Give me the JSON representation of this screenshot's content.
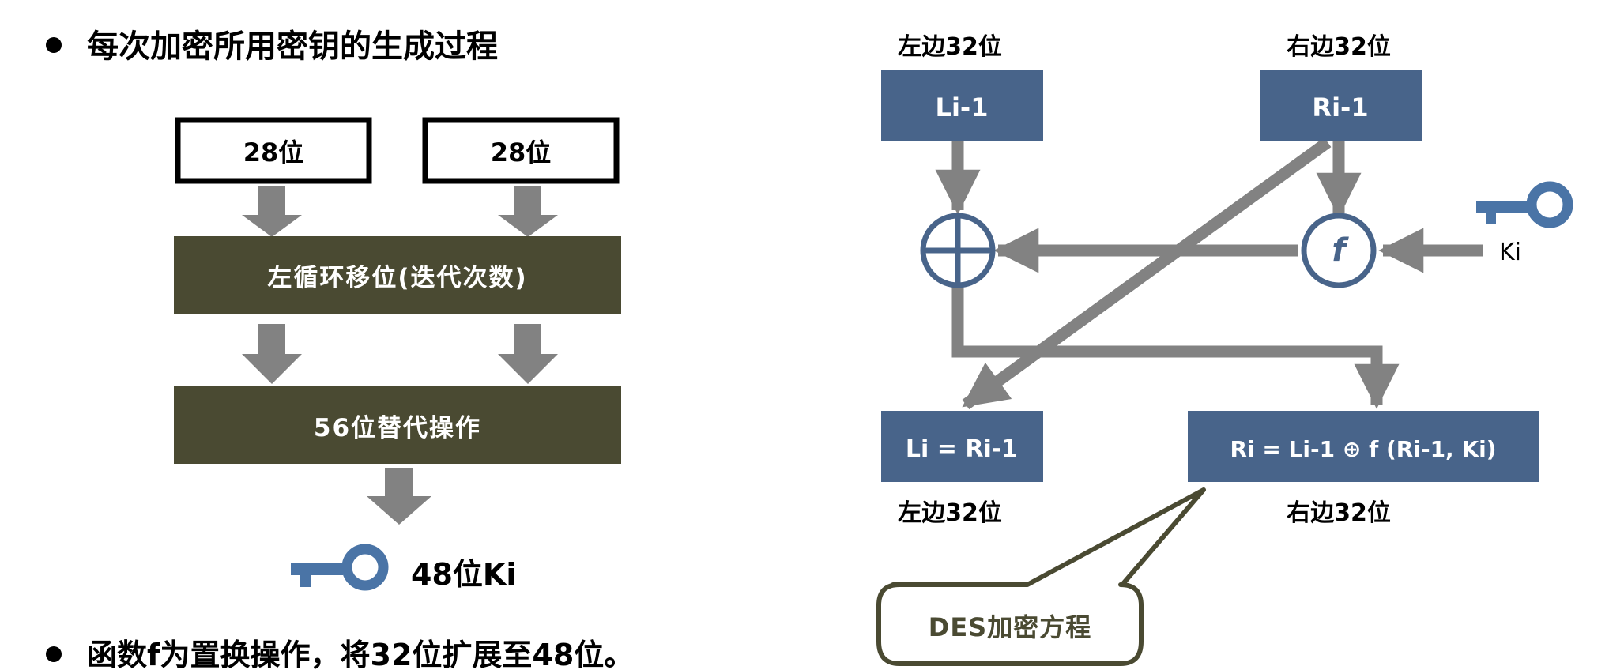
{
  "left": {
    "bullet_title": "每次加密所用密钥的生成过程",
    "box_left_label": "28位",
    "box_right_label": "28位",
    "rotate_label": "左循环移位(迭代次数)",
    "substitute_label": "56位替代操作",
    "output_label": "48位Ki",
    "bullet_note": "函数f为置换操作，将32位扩展至48位。"
  },
  "right": {
    "top_left_caption": "左边32位",
    "top_right_caption": "右边32位",
    "l_prev_label": "Li-1",
    "r_prev_label": "Ri-1",
    "f_label": "f",
    "ki_label": "Ki",
    "l_next_label": "Li = Ri-1",
    "r_next_label": "Ri = Li-1 ⊕ f (Ri-1, Ki)",
    "bottom_left_caption": "左边32位",
    "bottom_right_caption": "右边32位",
    "callout_label": "DES加密方程"
  },
  "colors": {
    "dark_olive": "#4a4a32",
    "steel_blue": "#48648a",
    "arrow_gray": "#828282",
    "key_blue": "#4a74a6"
  }
}
